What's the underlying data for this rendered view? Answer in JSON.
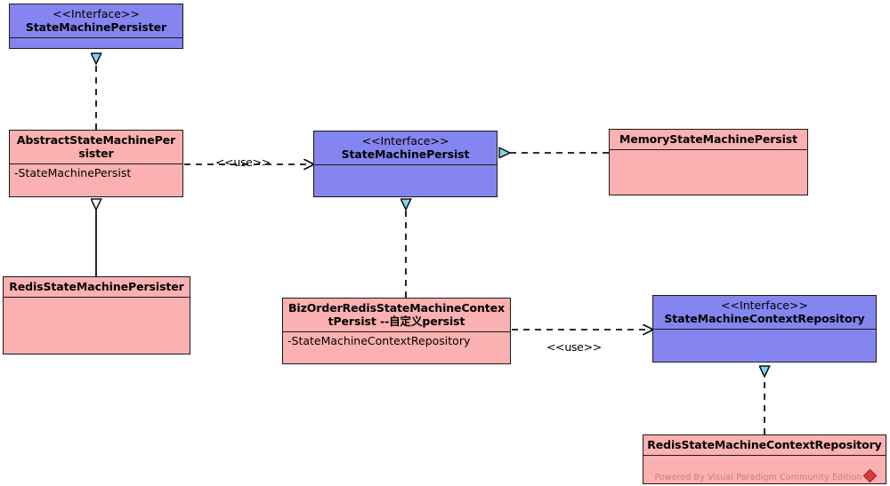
{
  "diagram": {
    "title": "StateMachinePersister UML class diagram",
    "colors": {
      "interface_fill": "#8585ef",
      "class_fill": "#fbb1b1",
      "border": "#1a1a1a",
      "realization_arrow_fill": "#7fd4f5",
      "watermark_text": "#c97e7e",
      "logo": "#d93a3a"
    },
    "watermark": {
      "text": "Powered By Visual Paradigm Community Edition",
      "logo_icon": "vp-diamond-icon"
    },
    "stereotype_interface": "<<Interface>>",
    "nodes": [
      {
        "id": "state-machine-persister-interface",
        "kind": "interface",
        "stereotype": "<<Interface>>",
        "name": "StateMachinePersister",
        "attributes": []
      },
      {
        "id": "abstract-state-machine-persister",
        "kind": "class",
        "name": "AbstractStateMachinePer sister",
        "attributes": [
          "-StateMachinePersist"
        ]
      },
      {
        "id": "redis-state-machine-persister",
        "kind": "class",
        "name": "RedisStateMachinePersister",
        "attributes": []
      },
      {
        "id": "state-machine-persist-interface",
        "kind": "interface",
        "stereotype": "<<Interface>>",
        "name": "StateMachinePersist",
        "attributes": []
      },
      {
        "id": "memory-state-machine-persist",
        "kind": "class",
        "name": "MemoryStateMachinePersist",
        "attributes": []
      },
      {
        "id": "biz-order-redis-state-machine-context-persist",
        "kind": "class",
        "name": "BizOrderRedisStateMachineContex tPersist --自定义persist",
        "attributes": [
          "-StateMachineContextRepository"
        ]
      },
      {
        "id": "state-machine-context-repository-interface",
        "kind": "interface",
        "stereotype": "<<Interface>>",
        "name": "StateMachineContextRepository",
        "attributes": []
      },
      {
        "id": "redis-state-machine-context-repository",
        "kind": "class",
        "name": "RedisStateMachineContextRepository",
        "attributes": []
      }
    ],
    "edges": [
      {
        "id": "edge-abstract-realizes-persister",
        "from": "abstract-state-machine-persister",
        "to": "state-machine-persister-interface",
        "type": "realization",
        "label": ""
      },
      {
        "id": "edge-redis-extends-abstract",
        "from": "redis-state-machine-persister",
        "to": "abstract-state-machine-persister",
        "type": "generalization",
        "label": ""
      },
      {
        "id": "edge-abstract-uses-persist",
        "from": "abstract-state-machine-persister",
        "to": "state-machine-persist-interface",
        "type": "dependency",
        "label": "<<use>>"
      },
      {
        "id": "edge-memory-realizes-persist",
        "from": "memory-state-machine-persist",
        "to": "state-machine-persist-interface",
        "type": "realization",
        "label": ""
      },
      {
        "id": "edge-bizorder-realizes-persist",
        "from": "biz-order-redis-state-machine-context-persist",
        "to": "state-machine-persist-interface",
        "type": "realization",
        "label": ""
      },
      {
        "id": "edge-bizorder-uses-repository",
        "from": "biz-order-redis-state-machine-context-persist",
        "to": "state-machine-context-repository-interface",
        "type": "dependency",
        "label": "<<use>>"
      },
      {
        "id": "edge-redisrepo-realizes-repository",
        "from": "redis-state-machine-context-repository",
        "to": "state-machine-context-repository-interface",
        "type": "realization",
        "label": ""
      }
    ]
  }
}
